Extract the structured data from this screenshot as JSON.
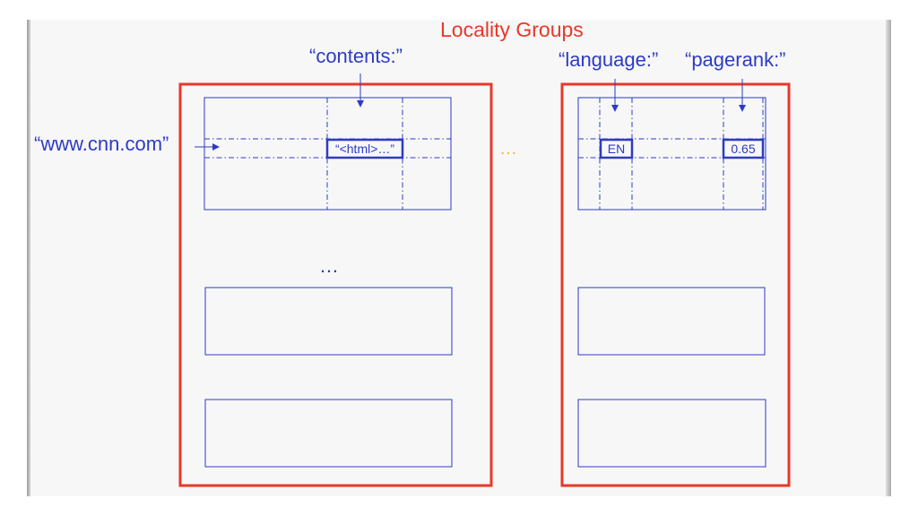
{
  "diagram": {
    "title": "Locality Groups",
    "column_labels": {
      "contents": "“contents:”",
      "language": "“language:”",
      "pagerank": "“pagerank:”"
    },
    "row_label": "“www.cnn.com”",
    "cell_values": {
      "contents": "“<html>…”",
      "language": "EN",
      "pagerank": "0.65"
    },
    "ellipsis_between_tables": "…",
    "ellipsis_between_groups": "…",
    "colors": {
      "locality_group_border": "#e8382a",
      "table_line": "#2e3bc4",
      "slide_background": "#f7f7f7"
    }
  }
}
